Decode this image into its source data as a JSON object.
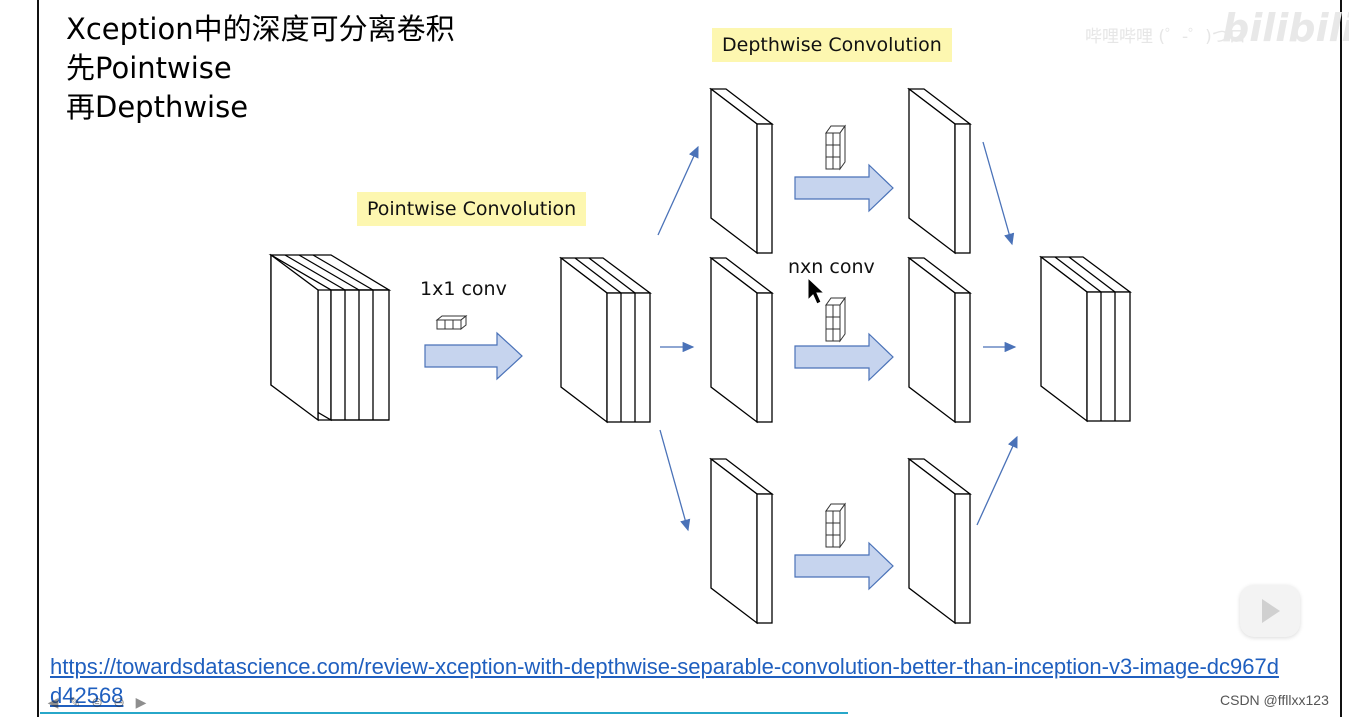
{
  "title": {
    "line1": "Xception中的深度可分离卷积",
    "line2": "先Pointwise",
    "line3": "再Depthwise"
  },
  "labels": {
    "depthwise": "Depthwise Convolution",
    "pointwise": "Pointwise Convolution",
    "conv_1x1": "1x1 conv",
    "conv_nxn": "nxn conv"
  },
  "source_link": "https://towardsdatascience.com/review-xception-with-depthwise-separable-convolution-better-than-inception-v3-image-dc967dd42568",
  "watermarks": {
    "player": "哔哩哔哩 (゜-゜)つロ",
    "bilibili": "bilibili",
    "csdn": "CSDN @ffllxx123"
  },
  "nav_icons": [
    "prev-icon",
    "pen-icon",
    "menu-icon",
    "zoom-icon",
    "next-icon"
  ],
  "colors": {
    "badge_bg": "#fdf7b0",
    "arrow_fill": "#c6d4ee",
    "arrow_stroke": "#4a72b8",
    "link": "#1f5fbf",
    "accent_bar": "#27a7c9"
  }
}
